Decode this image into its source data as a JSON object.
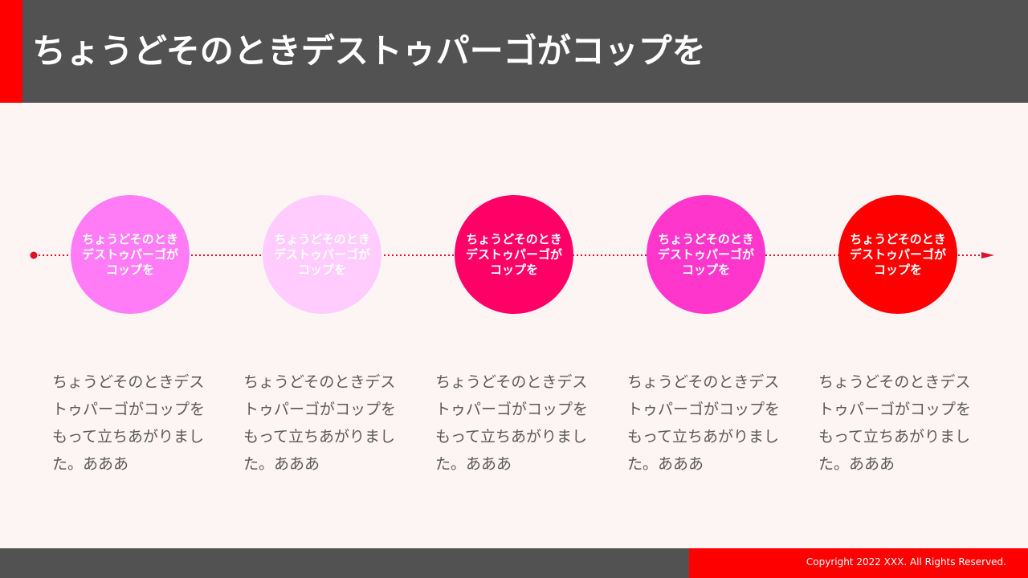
{
  "header": {
    "title": "ちょうどそのときデストゥパーゴがコップを",
    "colors": {
      "bar": "#525252",
      "accent": "#ff0000"
    }
  },
  "timeline": {
    "line_color": "#e0102a",
    "steps": [
      {
        "circle_text": "ちょうどそのとき\nデストゥパーゴが\nコップを",
        "color": "#ff7cf6",
        "description": "ちょうどそのときデストゥパーゴがコップをもって立ちあがりました。あああ"
      },
      {
        "circle_text": "ちょうどそのとき\nデストゥパーゴが\nコップを",
        "color": "#ffccfd",
        "description": "ちょうどそのときデストゥパーゴがコップをもって立ちあがりました。あああ"
      },
      {
        "circle_text": "ちょうどそのとき\nデストゥパーゴが\nコップを",
        "color": "#ff0066",
        "description": "ちょうどそのときデストゥパーゴがコップをもって立ちあがりました。あああ"
      },
      {
        "circle_text": "ちょうどそのとき\nデストゥパーゴが\nコップを",
        "color": "#ff36cc",
        "description": "ちょうどそのときデストゥパーゴがコップをもって立ちあがりました。あああ"
      },
      {
        "circle_text": "ちょうどそのとき\nデストゥパーゴが\nコップを",
        "color": "#ff0000",
        "description": "ちょうどそのときデストゥパーゴがコップをもって立ちあがりました。あああ"
      }
    ]
  },
  "footer": {
    "copyright": "Copyright 2022 XXX. All Rights Reserved.",
    "colors": {
      "bar": "#525252",
      "accent": "#ff0000"
    }
  }
}
